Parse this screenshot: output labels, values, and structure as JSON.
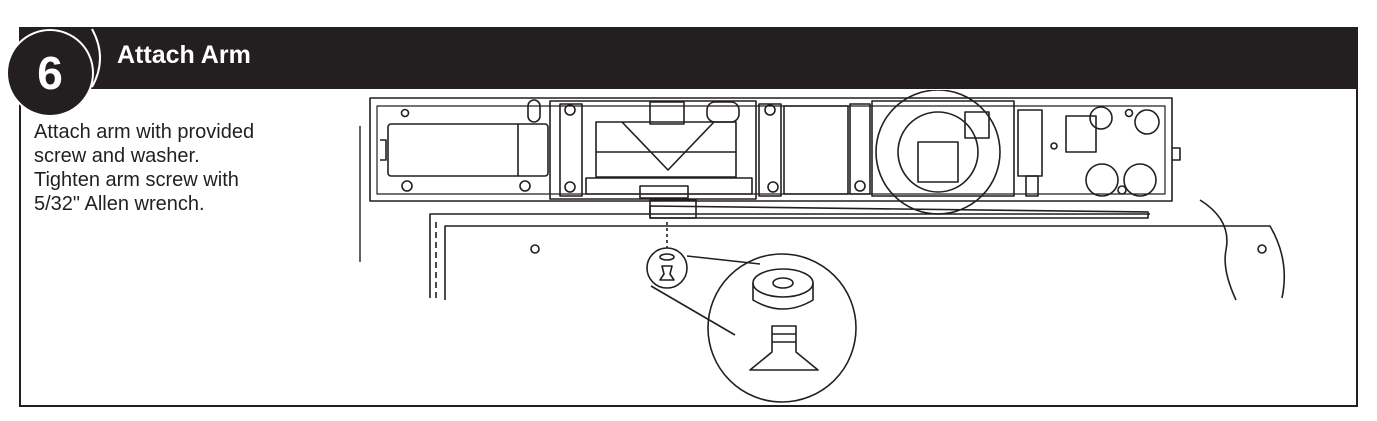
{
  "step": {
    "number": "6",
    "title": "Attach Arm"
  },
  "instructions": [
    "Attach arm with provided",
    "screw and washer.",
    "Tighten arm screw with",
    "5/32\" Allen wrench."
  ],
  "colors": {
    "header": "#231f20",
    "line": "#231f20",
    "background": "#ffffff"
  }
}
